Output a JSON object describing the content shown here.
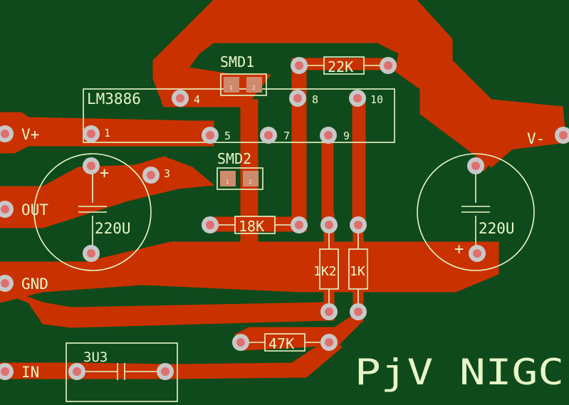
{
  "board": {
    "background": "#0f4a1c",
    "copper": "#c93200",
    "silkscreen": "#e8f7c8",
    "pad": "#c8c8c8"
  },
  "ic": {
    "label": "LM3886",
    "pins": [
      "1",
      "3",
      "4",
      "5",
      "7",
      "8",
      "9",
      "10"
    ]
  },
  "smd": [
    "SMD1",
    "SMD2"
  ],
  "smd_pad_numbers": [
    "1",
    "2"
  ],
  "resistors": [
    "22K",
    "18K",
    "1K2",
    "1K",
    "47K"
  ],
  "capacitors": [
    "220U",
    "220U",
    "3U3"
  ],
  "polarity_marks": [
    "+",
    "+"
  ],
  "connectors": [
    "V+",
    "OUT",
    "GND",
    "IN",
    "V-"
  ],
  "credit": "PjV NIGC"
}
